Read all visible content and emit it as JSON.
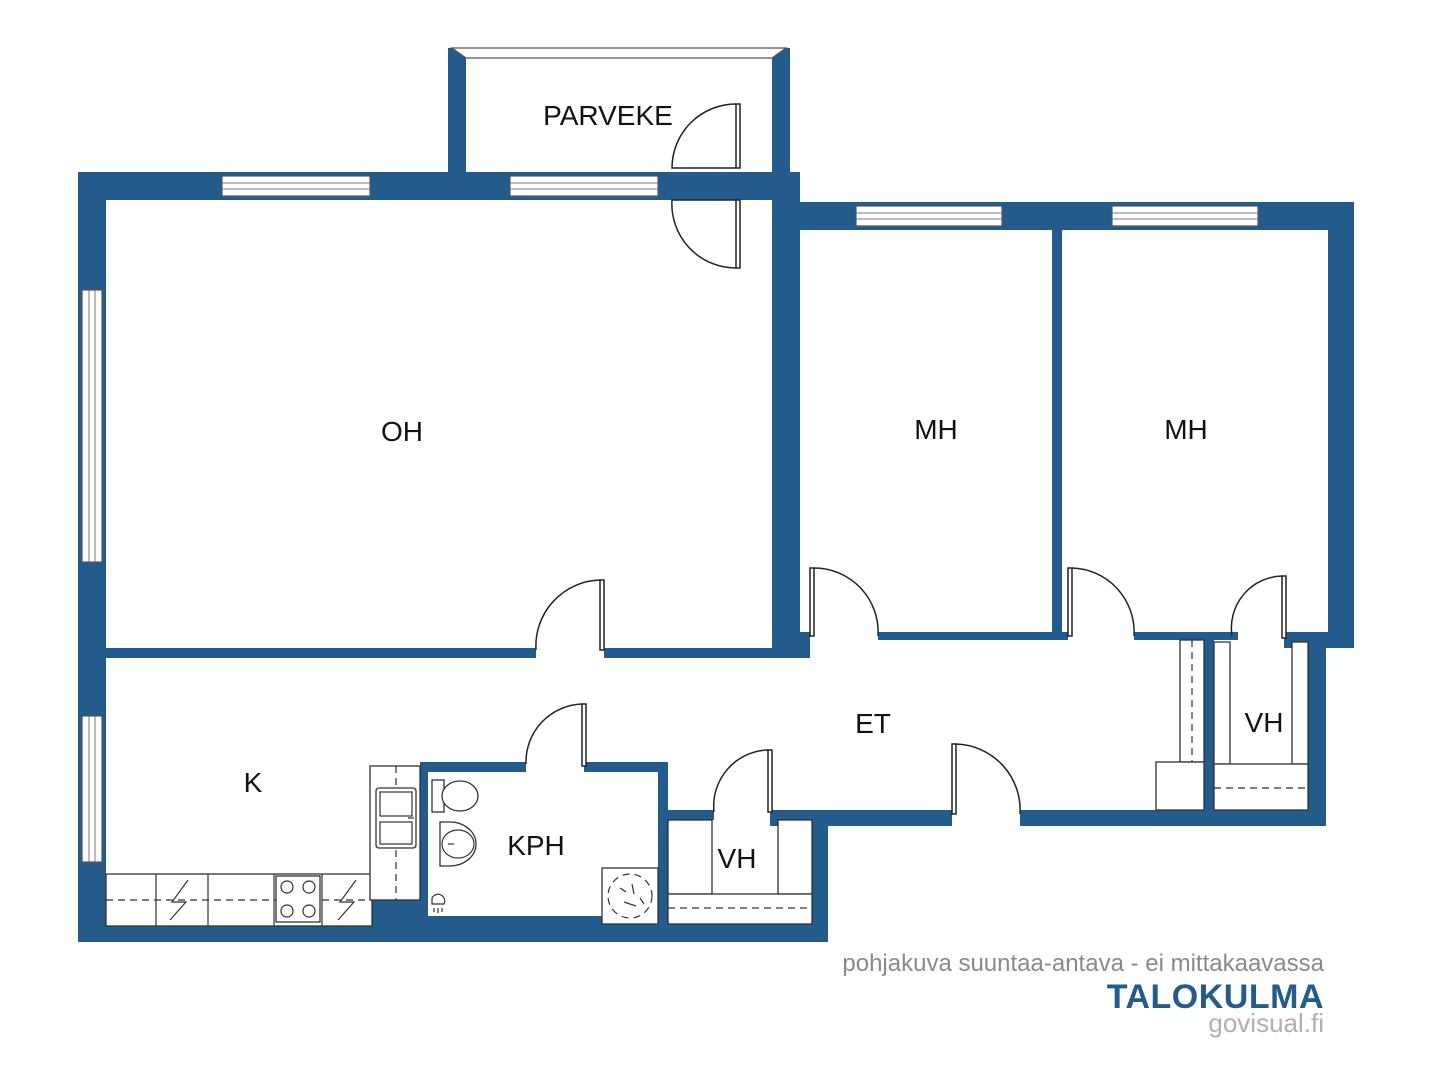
{
  "colors": {
    "wall": "#235b8c",
    "background": "#ffffff",
    "text": "#111111"
  },
  "rooms": {
    "parveke": "PARVEKE",
    "oh": "OH",
    "mh1": "MH",
    "mh2": "MH",
    "et": "ET",
    "k": "K",
    "kph": "KPH",
    "vh1": "VH",
    "vh2": "VH"
  },
  "icons": [
    "electric-outlet-icon",
    "stove-icon",
    "sink-icon",
    "toilet-icon",
    "washbasin-icon",
    "shower-icon"
  ],
  "footer": {
    "disclaimer": "pohjakuva suuntaa-antava - ei mittakaavassa",
    "brand": "TALOKULMA",
    "credit": "govisual.fi"
  }
}
